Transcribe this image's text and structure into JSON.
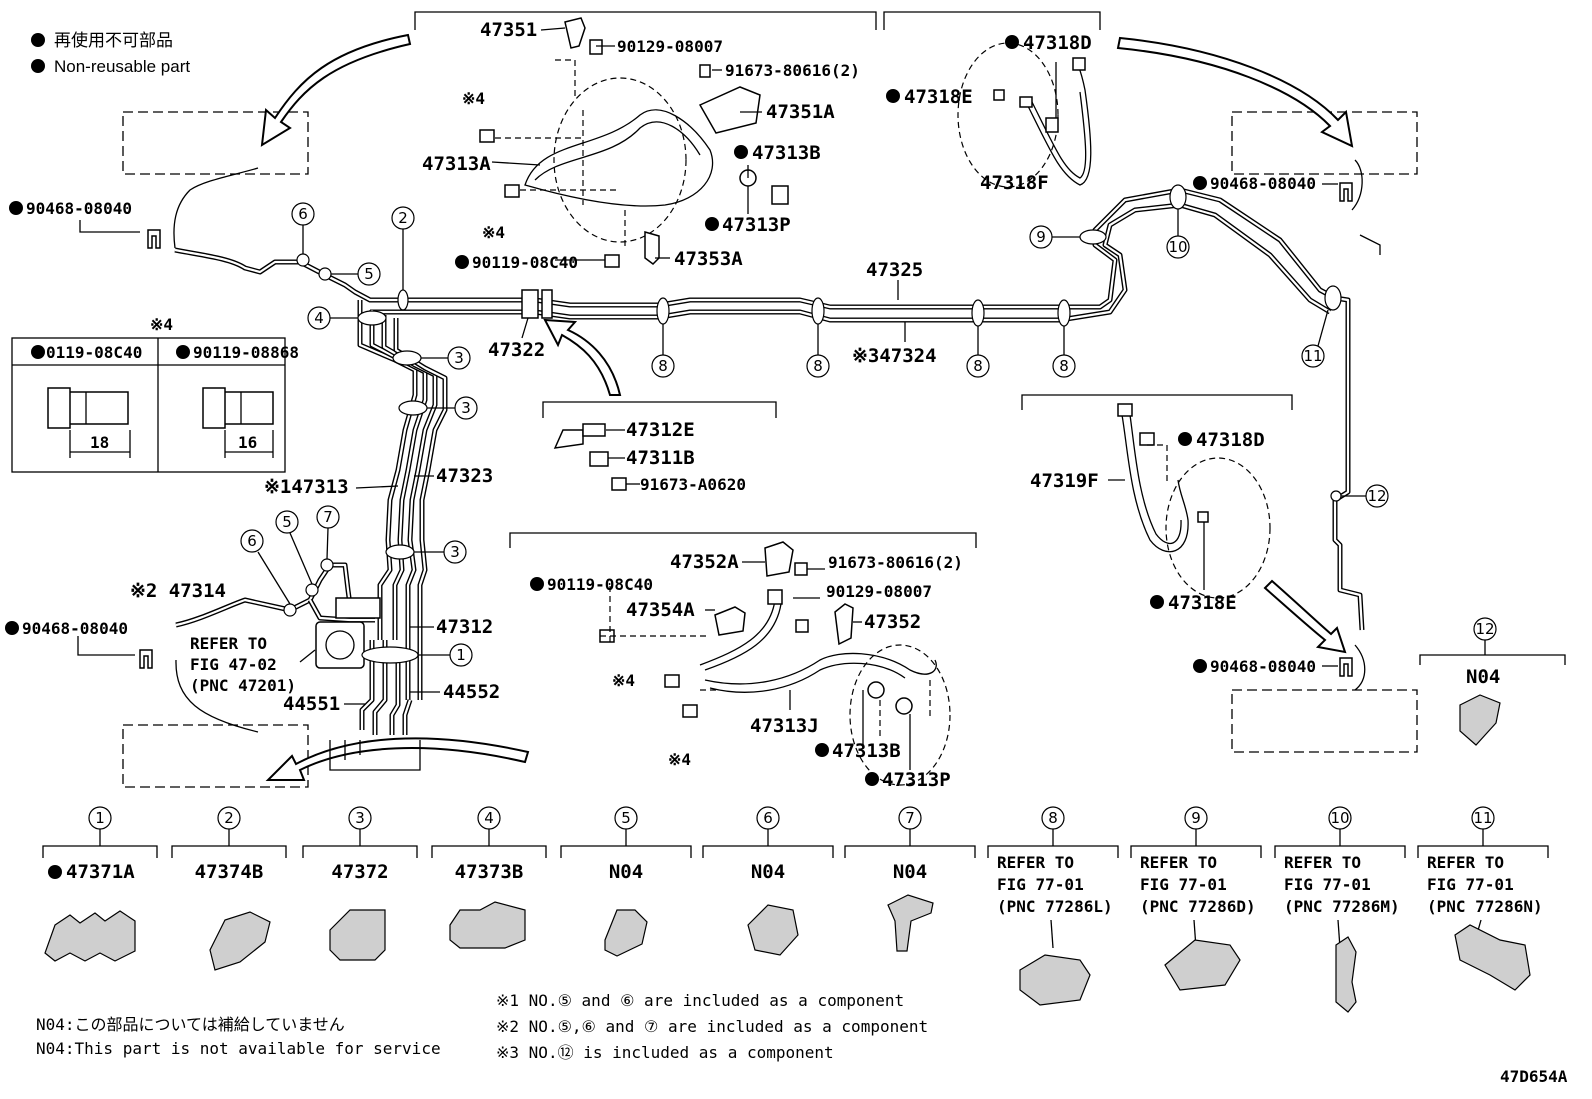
{
  "legend": {
    "ja": "再使用不可部品",
    "en": "Non-reusable part"
  },
  "figure_code": "47D654A",
  "top_group": {
    "p47351": "47351",
    "p90129": "90129-08007",
    "p91673": "91673-80616(2)",
    "p47351A": "47351A",
    "p47313A": "47313A",
    "p47313B": "47313B",
    "p47313P": "47313P",
    "p90119": "90119-08C40",
    "p47353A": "47353A",
    "m4a": "※4",
    "m4b": "※4"
  },
  "top_right_group": {
    "p47318D": "47318D",
    "p47318E": "47318E",
    "p47318F": "47318F"
  },
  "main": {
    "p90468_tl": "90468-08040",
    "p90468_tr": "90468-08040",
    "p90468_l": "90468-08040",
    "p90468_r": "90468-08040",
    "p47325": "47325",
    "p47324": "※347324",
    "p47322": "47322",
    "p47323": "47323",
    "p47313": "※147313",
    "p47312": "47312",
    "p44551": "44551",
    "p44552": "44552",
    "p47314": "※2 47314",
    "refer1": "REFER TO",
    "refer2": "FIG 47-02",
    "refer3": "(PNC 47201)",
    "p47319F": "47319F",
    "p47318D2": "47318D",
    "p47318E2": "47318E"
  },
  "bolt_table": {
    "mark": "※4",
    "col1": "0119-08C40",
    "col2": "90119-08868",
    "dim1": "18",
    "dim2": "16"
  },
  "mid_group": {
    "p47312E": "47312E",
    "p47311B": "47311B",
    "p91673": "91673-A0620"
  },
  "lower_group": {
    "p47352A": "47352A",
    "p91673": "91673-80616(2)",
    "p90119": "90119-08C40",
    "p90129": "90129-08007",
    "p47354A": "47354A",
    "p47352": "47352",
    "p47313J": "47313J",
    "p47313B": "47313B",
    "p47313P": "47313P",
    "m4a": "※4",
    "m4b": "※4"
  },
  "clamps": [
    {
      "num": "1",
      "label": "47371A"
    },
    {
      "num": "2",
      "label": "47374B"
    },
    {
      "num": "3",
      "label": "47372"
    },
    {
      "num": "4",
      "label": "47373B"
    },
    {
      "num": "5",
      "label": "N04"
    },
    {
      "num": "6",
      "label": "N04"
    },
    {
      "num": "7",
      "label": "N04"
    },
    {
      "num": "8",
      "l1": "REFER TO",
      "l2": "FIG 77-01",
      "l3": "(PNC 77286L)"
    },
    {
      "num": "9",
      "l1": "REFER TO",
      "l2": "FIG 77-01",
      "l3": "(PNC 77286D)"
    },
    {
      "num": "10",
      "l1": "REFER TO",
      "l2": "FIG 77-01",
      "l3": "(PNC 77286M)"
    },
    {
      "num": "11",
      "l1": "REFER TO",
      "l2": "FIG 77-01",
      "l3": "(PNC 77286N)"
    },
    {
      "num": "12",
      "label": "N04"
    }
  ],
  "footnotes": {
    "n04_ja": "N04:この部品については補給していません",
    "n04_en": "N04:This part is not available for service",
    "f1": "※1 NO.⑤ and ⑥ are included as a component",
    "f2": "※2 NO.⑤,⑥ and ⑦ are included as a component",
    "f3": "※3 NO.⑫ is included as a component"
  }
}
